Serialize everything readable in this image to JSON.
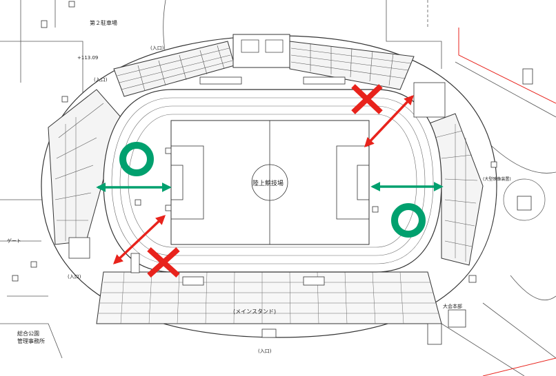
{
  "labels": {
    "parking": "第２駐車場",
    "elevation": "+113.09",
    "field": "陸上競技場",
    "main_stand": "(メインスタンド)",
    "entrance_nw": "(入口)",
    "entrance_n": "(入口)",
    "entrance_w": "(入口)",
    "entrance_s": "(入口)",
    "park_office": "総合公園\n管理事務所",
    "east_building": "(大型映像装置)",
    "west_label": "ゲート",
    "facility_se": "大会本部"
  },
  "markers": {
    "ok_color": "#00a06e",
    "ng_color": "#e8231c",
    "ok_icon": "circle-ok-icon",
    "ng_icon": "cross-ng-icon"
  },
  "colors": {
    "line": "#333333",
    "field": "#ffffff",
    "boundary": "#e8231c"
  }
}
